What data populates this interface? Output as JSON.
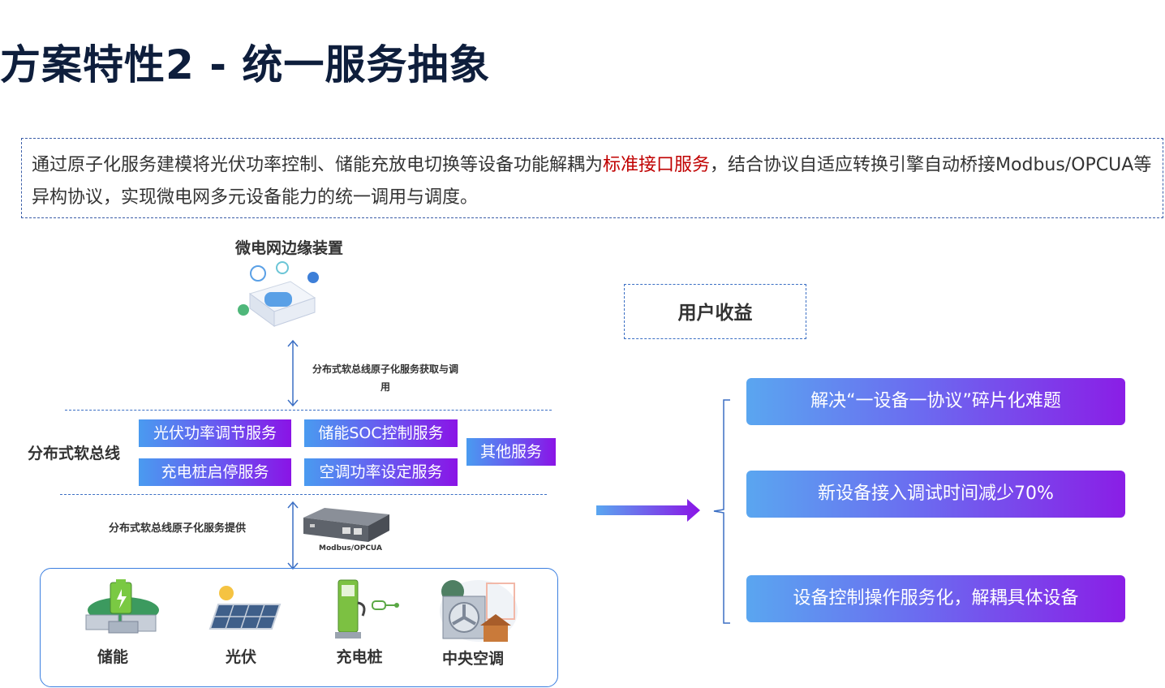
{
  "title": "方案特性2 - 统一服务抽象",
  "description": {
    "part1": "通过原子化服务建模将光伏功率控制、储能充放电切换等设备功能解耦为",
    "highlight": "标准接口服务",
    "part2": "，结合协议自适应转换引擎自动桥接Modbus/OPCUA等异构协议，实现微电网多元设备能力的统一调用与调度。"
  },
  "edge_device": {
    "label": "微电网边缘装置"
  },
  "top_arrow_label": "分布式软总线原子化服务获取与调用",
  "bus": {
    "label": "分布式软总线",
    "services": [
      "光伏功率调节服务",
      "储能SOC控制服务",
      "充电桩启停服务",
      "空调功率设定服务",
      "其他服务"
    ]
  },
  "bottom_arrow_label": "分布式软总线原子化服务提供",
  "gateway_label": "Modbus/OPCUA",
  "devices": [
    "储能",
    "光伏",
    "充电桩",
    "中央空调"
  ],
  "benefits": {
    "heading": "用户收益",
    "items": [
      "解决“一设备一协议”碎片化难题",
      "新设备接入调试时间减少70%",
      "设备控制操作服务化，解耦具体设备"
    ]
  },
  "colors": {
    "title": "#0e1e3c",
    "highlight": "#c00000",
    "gradient_start": "#4a9bf0",
    "gradient_end": "#8a14e6",
    "border": "#3b6fc4"
  }
}
